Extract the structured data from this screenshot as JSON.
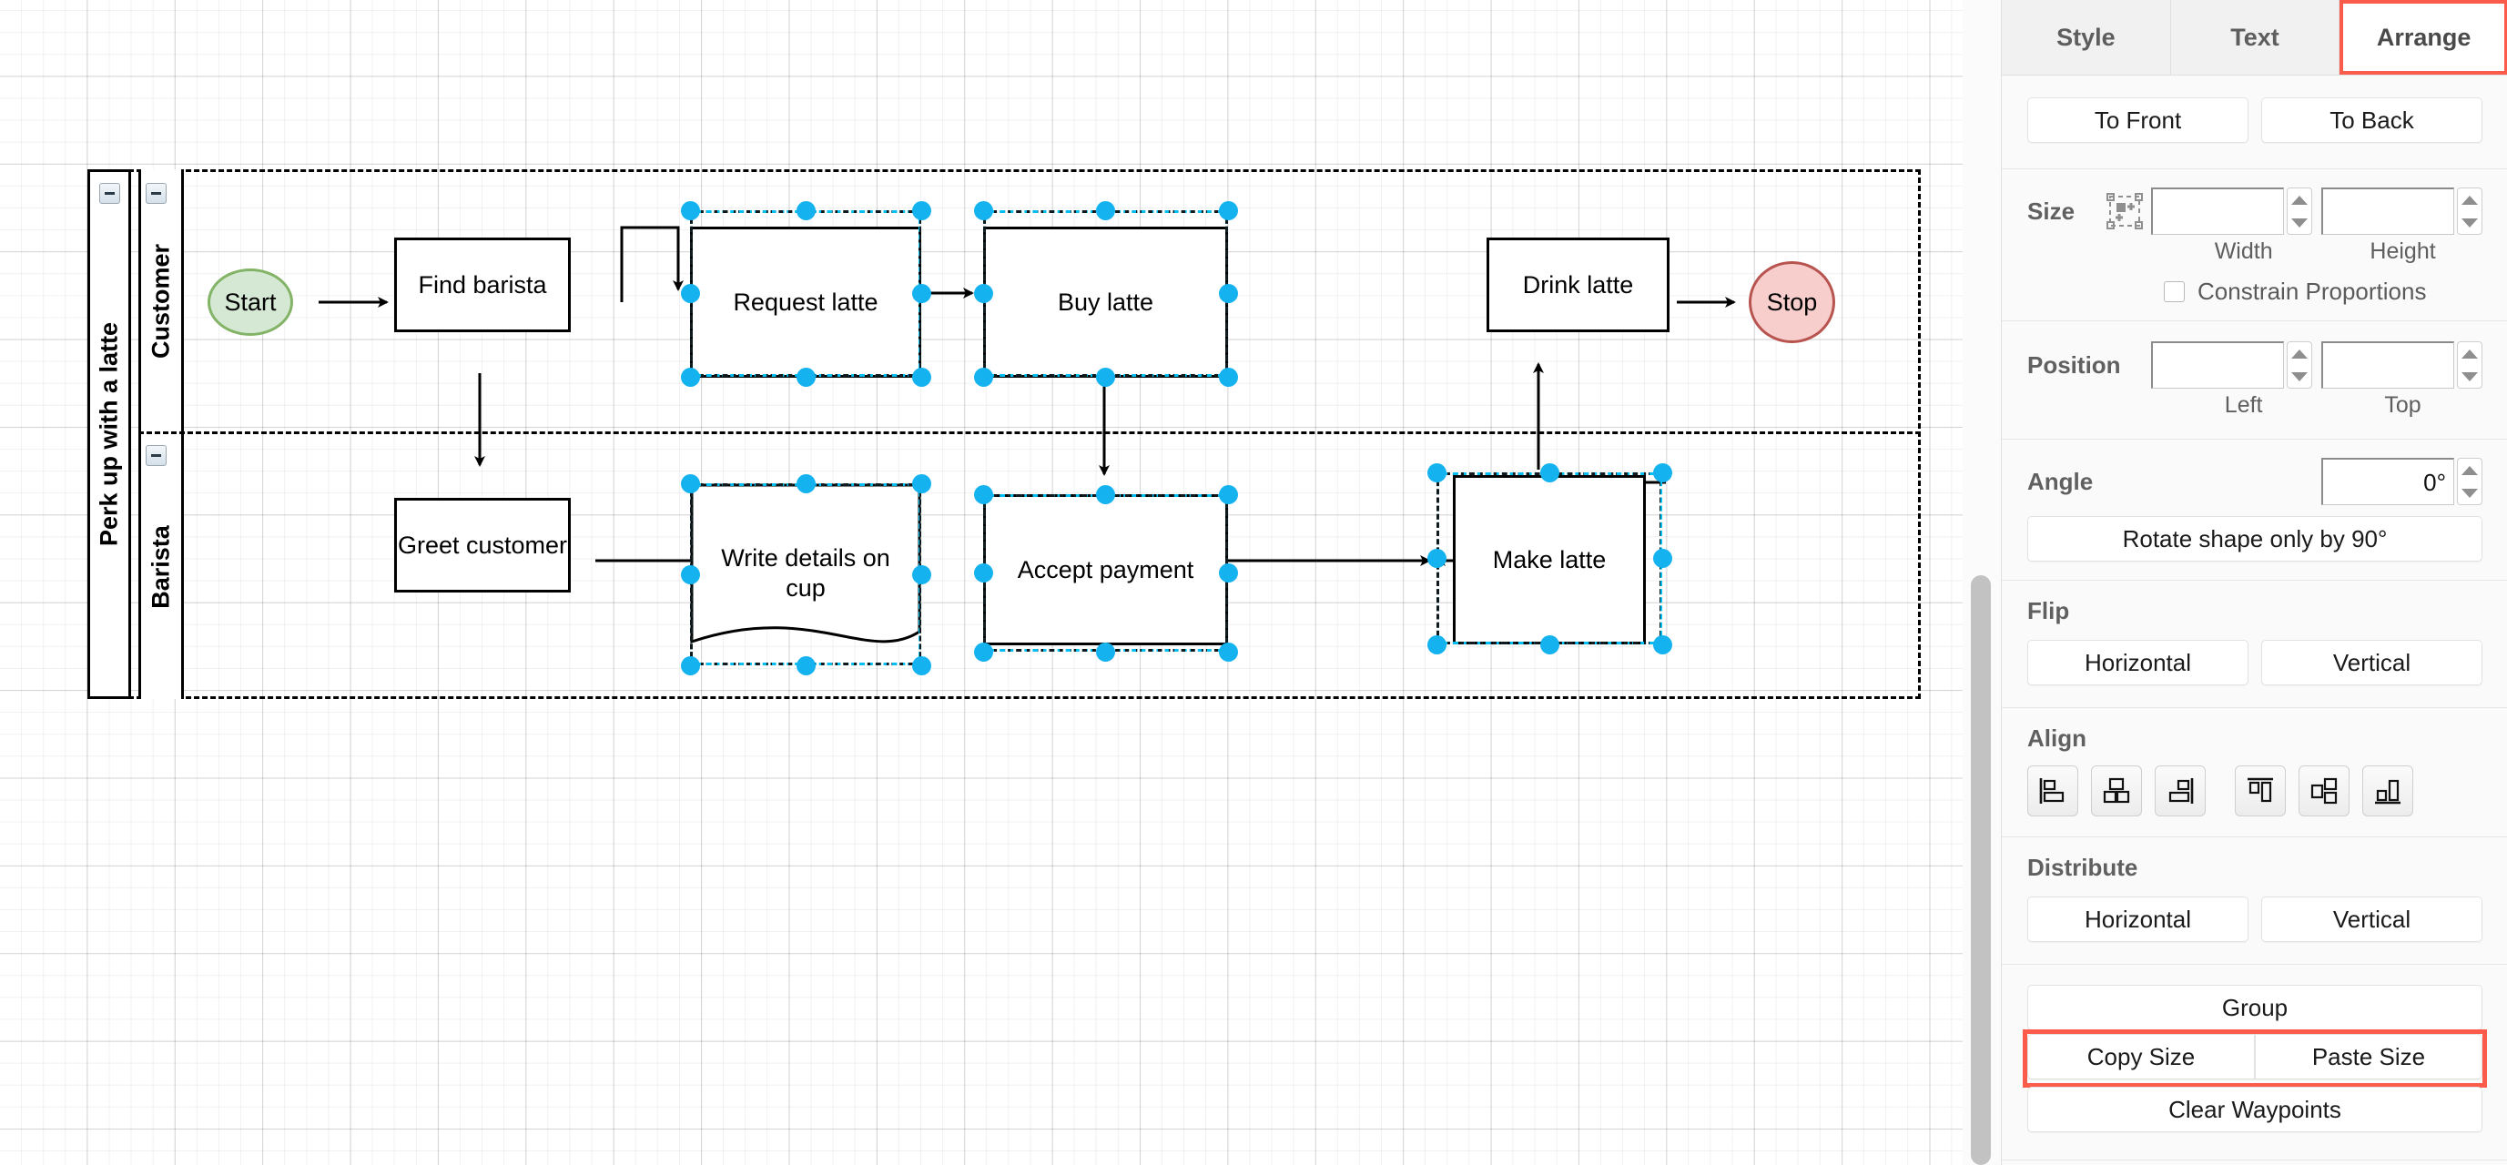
{
  "app": {
    "name": "diagrams-net-editor"
  },
  "canvas": {
    "grid": true,
    "pool": {
      "title": "Perk up with a latte",
      "collapse_icon": "minus-icon",
      "lanes": [
        {
          "title": "Customer",
          "collapse_icon": "minus-icon"
        },
        {
          "title": "Barista",
          "collapse_icon": "minus-icon"
        }
      ]
    },
    "shapes": [
      {
        "id": "start",
        "label": "Start",
        "type": "ellipse-start",
        "selected": false
      },
      {
        "id": "find-barista",
        "label": "Find barista",
        "type": "process",
        "selected": false
      },
      {
        "id": "request-latte",
        "label": "Request latte",
        "type": "process",
        "selected": true
      },
      {
        "id": "buy-latte",
        "label": "Buy latte",
        "type": "process",
        "selected": true
      },
      {
        "id": "drink-latte",
        "label": "Drink latte",
        "type": "process",
        "selected": false
      },
      {
        "id": "stop",
        "label": "Stop",
        "type": "ellipse-stop",
        "selected": false
      },
      {
        "id": "greet-customer",
        "label": "Greet customer",
        "type": "process",
        "selected": false
      },
      {
        "id": "write-details",
        "label": "Write details on cup",
        "type": "document",
        "selected": true
      },
      {
        "id": "accept-payment",
        "label": "Accept payment",
        "type": "process",
        "selected": true
      },
      {
        "id": "make-latte",
        "label": "Make latte",
        "type": "process",
        "selected": true
      }
    ]
  },
  "panel": {
    "tabs": [
      {
        "id": "style",
        "label": "Style",
        "active": false,
        "highlighted": false
      },
      {
        "id": "text",
        "label": "Text",
        "active": false,
        "highlighted": false
      },
      {
        "id": "arrange",
        "label": "Arrange",
        "active": true,
        "highlighted": true
      }
    ],
    "order": {
      "to_front": "To Front",
      "to_back": "To Back"
    },
    "size": {
      "label": "Size",
      "autosize_icon": "autosize-icon",
      "width_value": "",
      "height_value": "",
      "width_caption": "Width",
      "height_caption": "Height",
      "constrain_label": "Constrain Proportions",
      "constrain_checked": false
    },
    "position": {
      "label": "Position",
      "left_value": "",
      "top_value": "",
      "left_caption": "Left",
      "top_caption": "Top"
    },
    "angle": {
      "label": "Angle",
      "value": "0°",
      "rotate_button": "Rotate shape only by 90°"
    },
    "flip": {
      "label": "Flip",
      "horizontal": "Horizontal",
      "vertical": "Vertical"
    },
    "align": {
      "label": "Align",
      "buttons": [
        {
          "id": "align-left",
          "icon": "align-left-icon"
        },
        {
          "id": "align-center",
          "icon": "align-center-icon"
        },
        {
          "id": "align-right",
          "icon": "align-right-icon"
        },
        {
          "id": "align-top",
          "icon": "align-top-icon"
        },
        {
          "id": "align-middle",
          "icon": "align-middle-icon"
        },
        {
          "id": "align-bottom",
          "icon": "align-bottom-icon"
        }
      ]
    },
    "distribute": {
      "label": "Distribute",
      "horizontal": "Horizontal",
      "vertical": "Vertical"
    },
    "actions": {
      "group": "Group",
      "copy_size": "Copy Size",
      "paste_size": "Paste Size",
      "clear_waypoints": "Clear Waypoints",
      "size_pair_highlighted": true
    },
    "colors": {
      "highlight": "#fb5b4a",
      "accent": "#14b3f0",
      "panel_bg": "#fafafa"
    }
  }
}
